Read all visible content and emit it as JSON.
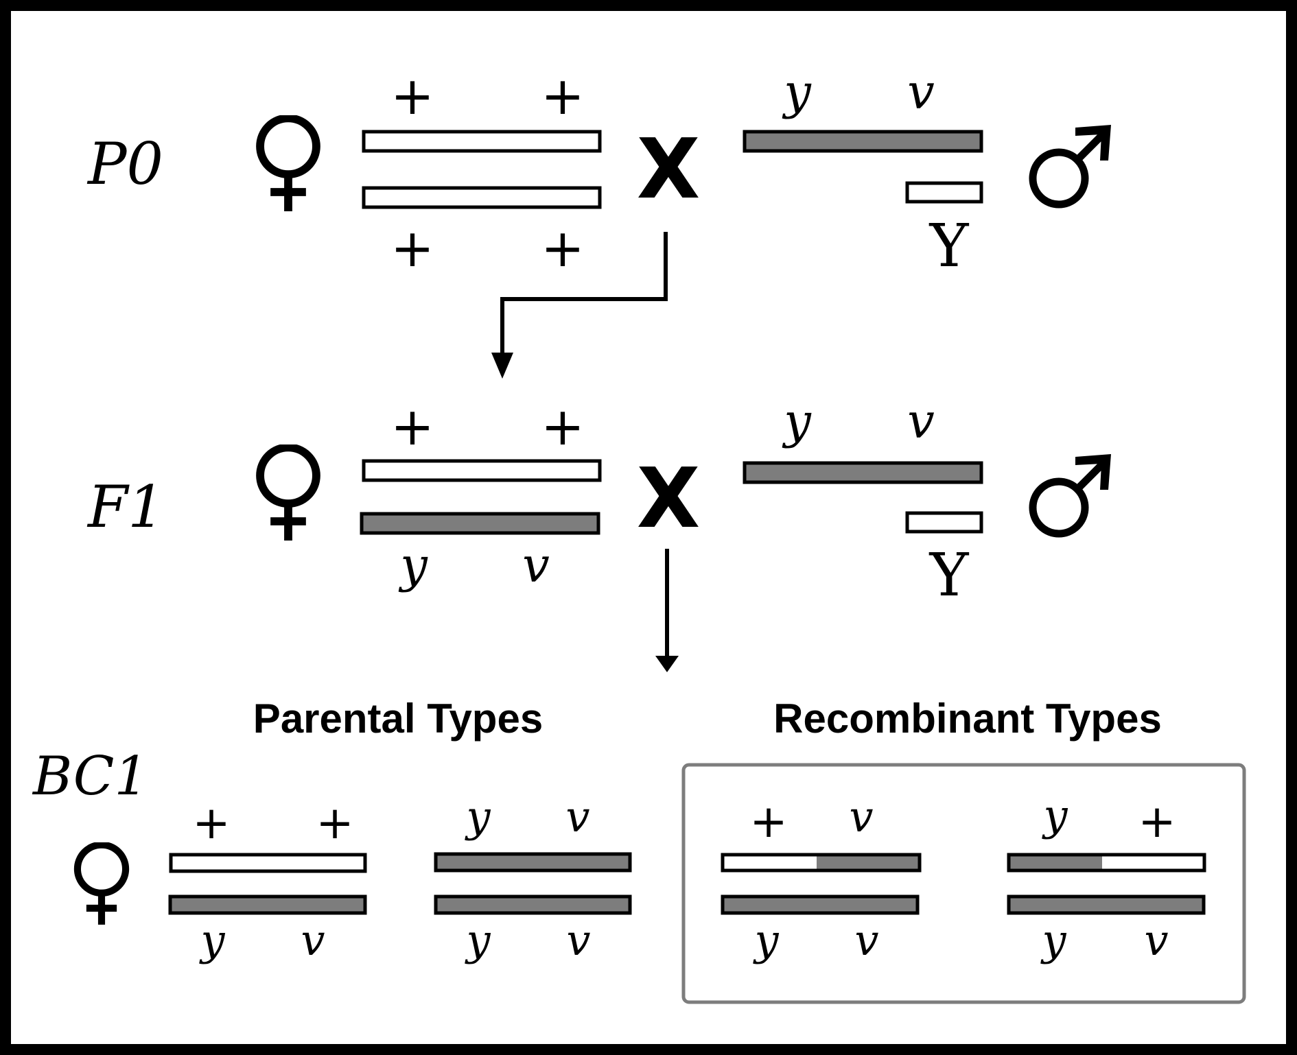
{
  "generations": {
    "p0": "P0",
    "f1": "F1",
    "bc1": "BC1"
  },
  "symbols": {
    "female": "female-symbol-icon",
    "male": "male-symbol-icon",
    "cross": "X"
  },
  "p0": {
    "female_top_alleles": [
      "+",
      "+"
    ],
    "female_bottom_alleles": [
      "+",
      "+"
    ],
    "male_x_alleles": [
      "y",
      "v"
    ],
    "male_y_label": "Y"
  },
  "f1": {
    "female_top_alleles": [
      "+",
      "+"
    ],
    "female_bottom_alleles": [
      "y",
      "v"
    ],
    "male_x_alleles": [
      "y",
      "v"
    ],
    "male_y_label": "Y"
  },
  "bc1": {
    "parental_heading": "Parental Types",
    "recombinant_heading": "Recombinant Types",
    "parental": [
      {
        "top_alleles": [
          "+",
          "+"
        ],
        "bottom_alleles": [
          "y",
          "v"
        ]
      },
      {
        "top_alleles": [
          "y",
          "v"
        ],
        "bottom_alleles": [
          "y",
          "v"
        ]
      }
    ],
    "recombinant": [
      {
        "top_alleles": [
          "+",
          "v"
        ],
        "bottom_alleles": [
          "y",
          "v"
        ]
      },
      {
        "top_alleles": [
          "y",
          "+"
        ],
        "bottom_alleles": [
          "y",
          "v"
        ]
      }
    ]
  },
  "colors": {
    "mutant_chromosome": "#7d7d7d",
    "wild_type_chromosome": "#ffffff",
    "outline": "#000000",
    "recombinant_box": "#7d7d7d"
  }
}
